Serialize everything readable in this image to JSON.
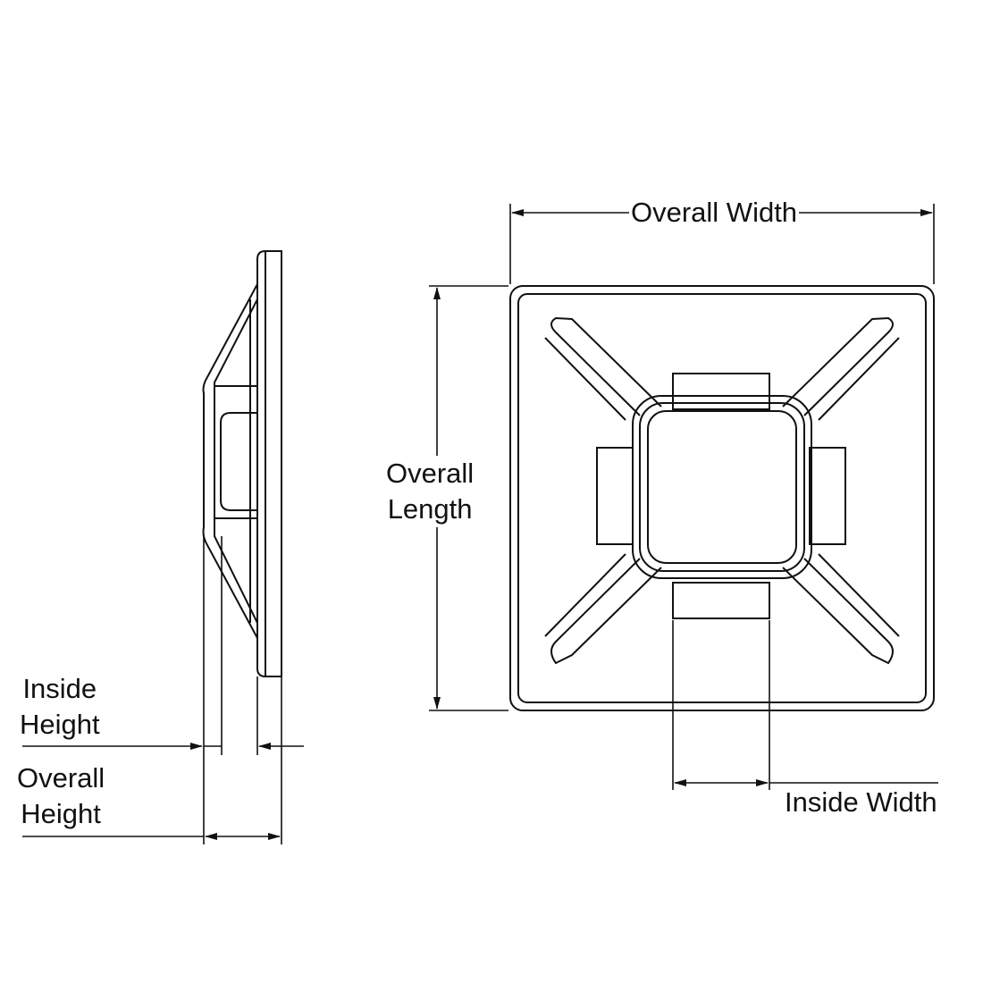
{
  "labels": {
    "overall_width": "Overall Width",
    "overall_length_1": "Overall",
    "overall_length_2": "Length",
    "inside_height_1": "Inside",
    "inside_height_2": "Height",
    "overall_height_1": "Overall",
    "overall_height_2": "Height",
    "inside_width": "Inside Width"
  },
  "colors": {
    "line": "#111111",
    "background": "#ffffff"
  }
}
